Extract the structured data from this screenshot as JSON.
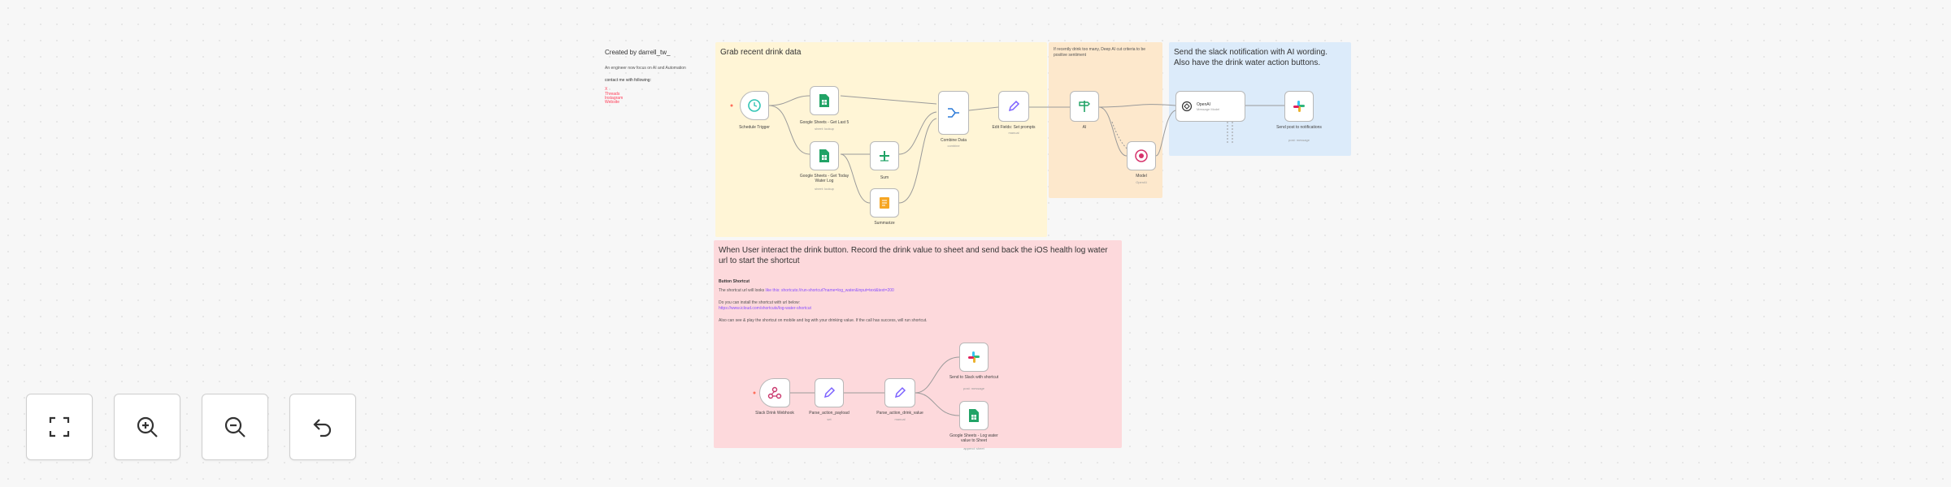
{
  "credits": {
    "title": "Created by darrell_tw_",
    "description": "An engineer now focus on AI and Automation",
    "contact": "contact me with following:",
    "links": [
      "X",
      "Threads",
      "Instagram",
      "Website"
    ]
  },
  "groups": {
    "grab": {
      "title": "Grab recent drink data"
    },
    "ai_note": {
      "text": "If recently drink too many, Deep AI cut criteria to be positive sentiment"
    },
    "slack": {
      "title": "Send the slack notification with AI wording. Also have the drink water action buttons."
    },
    "record": {
      "title": "When User interact the drink button. Record the drink value to sheet and send back the iOS health log water url to start the shortcut",
      "section": "Button Shortcut",
      "line1_label": "The shortcut url will looks",
      "line1_link": "like this: shortcuts://run-shortcut?name=log_water&input=text&text=200",
      "line2_label": "Do you can install the shortcut with url below:",
      "line2_link": "https://www.icloud.com/shortcuts/log-water-shortcut",
      "line3": "Also can see & play the shortcut on mobile and log with your drinking value. If the call has success, will run shortcut."
    }
  },
  "nodes": {
    "schedule": {
      "label": "Schedule Trigger",
      "icon": "clock-icon"
    },
    "sheets_last_drink": {
      "label": "Google Sheets - Get Last 5",
      "sub": "sheet: lookup",
      "icon": "google-sheets-icon"
    },
    "sheets_today": {
      "label": "Google Sheets - Get Today Water Log",
      "sub": "sheet: lookup",
      "icon": "google-sheets-icon"
    },
    "sum": {
      "label": "Sum",
      "icon": "sum-icon"
    },
    "summarize": {
      "label": "Summarize",
      "icon": "summarize-icon"
    },
    "combine": {
      "label": "Combine Data",
      "sub": "combine",
      "icon": "merge-icon"
    },
    "edit_prompt": {
      "label": "Edit Fields: Set prompts",
      "sub": "manual",
      "icon": "pencil-icon"
    },
    "ai": {
      "label": "AI",
      "icon": "signpost-icon"
    },
    "openai": {
      "label": "OpenAI",
      "sub": "Message Model",
      "icon": "openai-icon"
    },
    "slack_send": {
      "label": "Send post to notifications",
      "sub": "post: message",
      "icon": "slack-icon"
    },
    "model": {
      "label": "Model",
      "sub": "OpenAI",
      "icon": "model-icon"
    },
    "slack_webhook": {
      "label": "Slack Drink Webhook",
      "icon": "webhook-icon"
    },
    "parse_payload": {
      "label": "Parse_action_payload",
      "sub": "set",
      "icon": "pencil-icon"
    },
    "parse_value": {
      "label": "Parse_action_drink_value",
      "sub": "manual",
      "icon": "pencil-icon"
    },
    "slack_reply": {
      "label": "Send to Slack with shortcut",
      "sub": "post: message",
      "icon": "slack-icon"
    },
    "sheets_append": {
      "label": "Google Sheets - Log water value to Sheet",
      "sub": "append: sheet",
      "icon": "google-sheets-icon"
    }
  },
  "controls": {
    "fit": {
      "icon": "fit-view-icon"
    },
    "zoom_in": {
      "icon": "zoom-in-icon"
    },
    "zoom_out": {
      "icon": "zoom-out-icon"
    },
    "reset": {
      "icon": "undo-icon"
    }
  },
  "colors": {
    "yellow_note": "#fff5d6",
    "orange_note": "#fde8cc",
    "blue_note": "#dcebfa",
    "red_note": "#fdd9dc",
    "canvas_bg": "#f7f7f7",
    "sheets_green": "#21a366",
    "slack_purple": "#8a4fff"
  }
}
